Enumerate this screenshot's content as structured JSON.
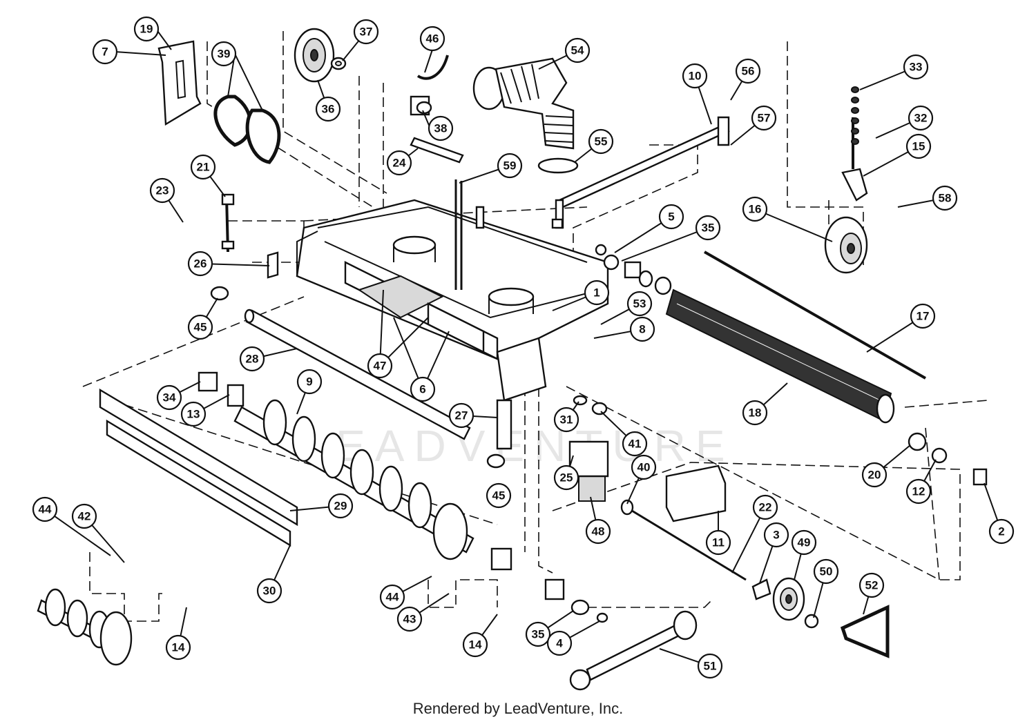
{
  "watermark": "LEADVENTURE",
  "footer": "Rendered by LeadVenture, Inc.",
  "callouts": [
    "19",
    "7",
    "39",
    "36",
    "37",
    "46",
    "38",
    "54",
    "55",
    "24",
    "59",
    "21",
    "23",
    "26",
    "45",
    "47",
    "6",
    "1",
    "53",
    "8",
    "10",
    "56",
    "57",
    "33",
    "32",
    "15",
    "58",
    "16",
    "5",
    "35",
    "17",
    "18",
    "28",
    "9",
    "34",
    "13",
    "27",
    "31",
    "41",
    "25",
    "40",
    "48",
    "11",
    "22",
    "3",
    "49",
    "50",
    "52",
    "20",
    "12",
    "2",
    "29",
    "30",
    "44",
    "42",
    "14",
    "43",
    "4",
    "51"
  ]
}
